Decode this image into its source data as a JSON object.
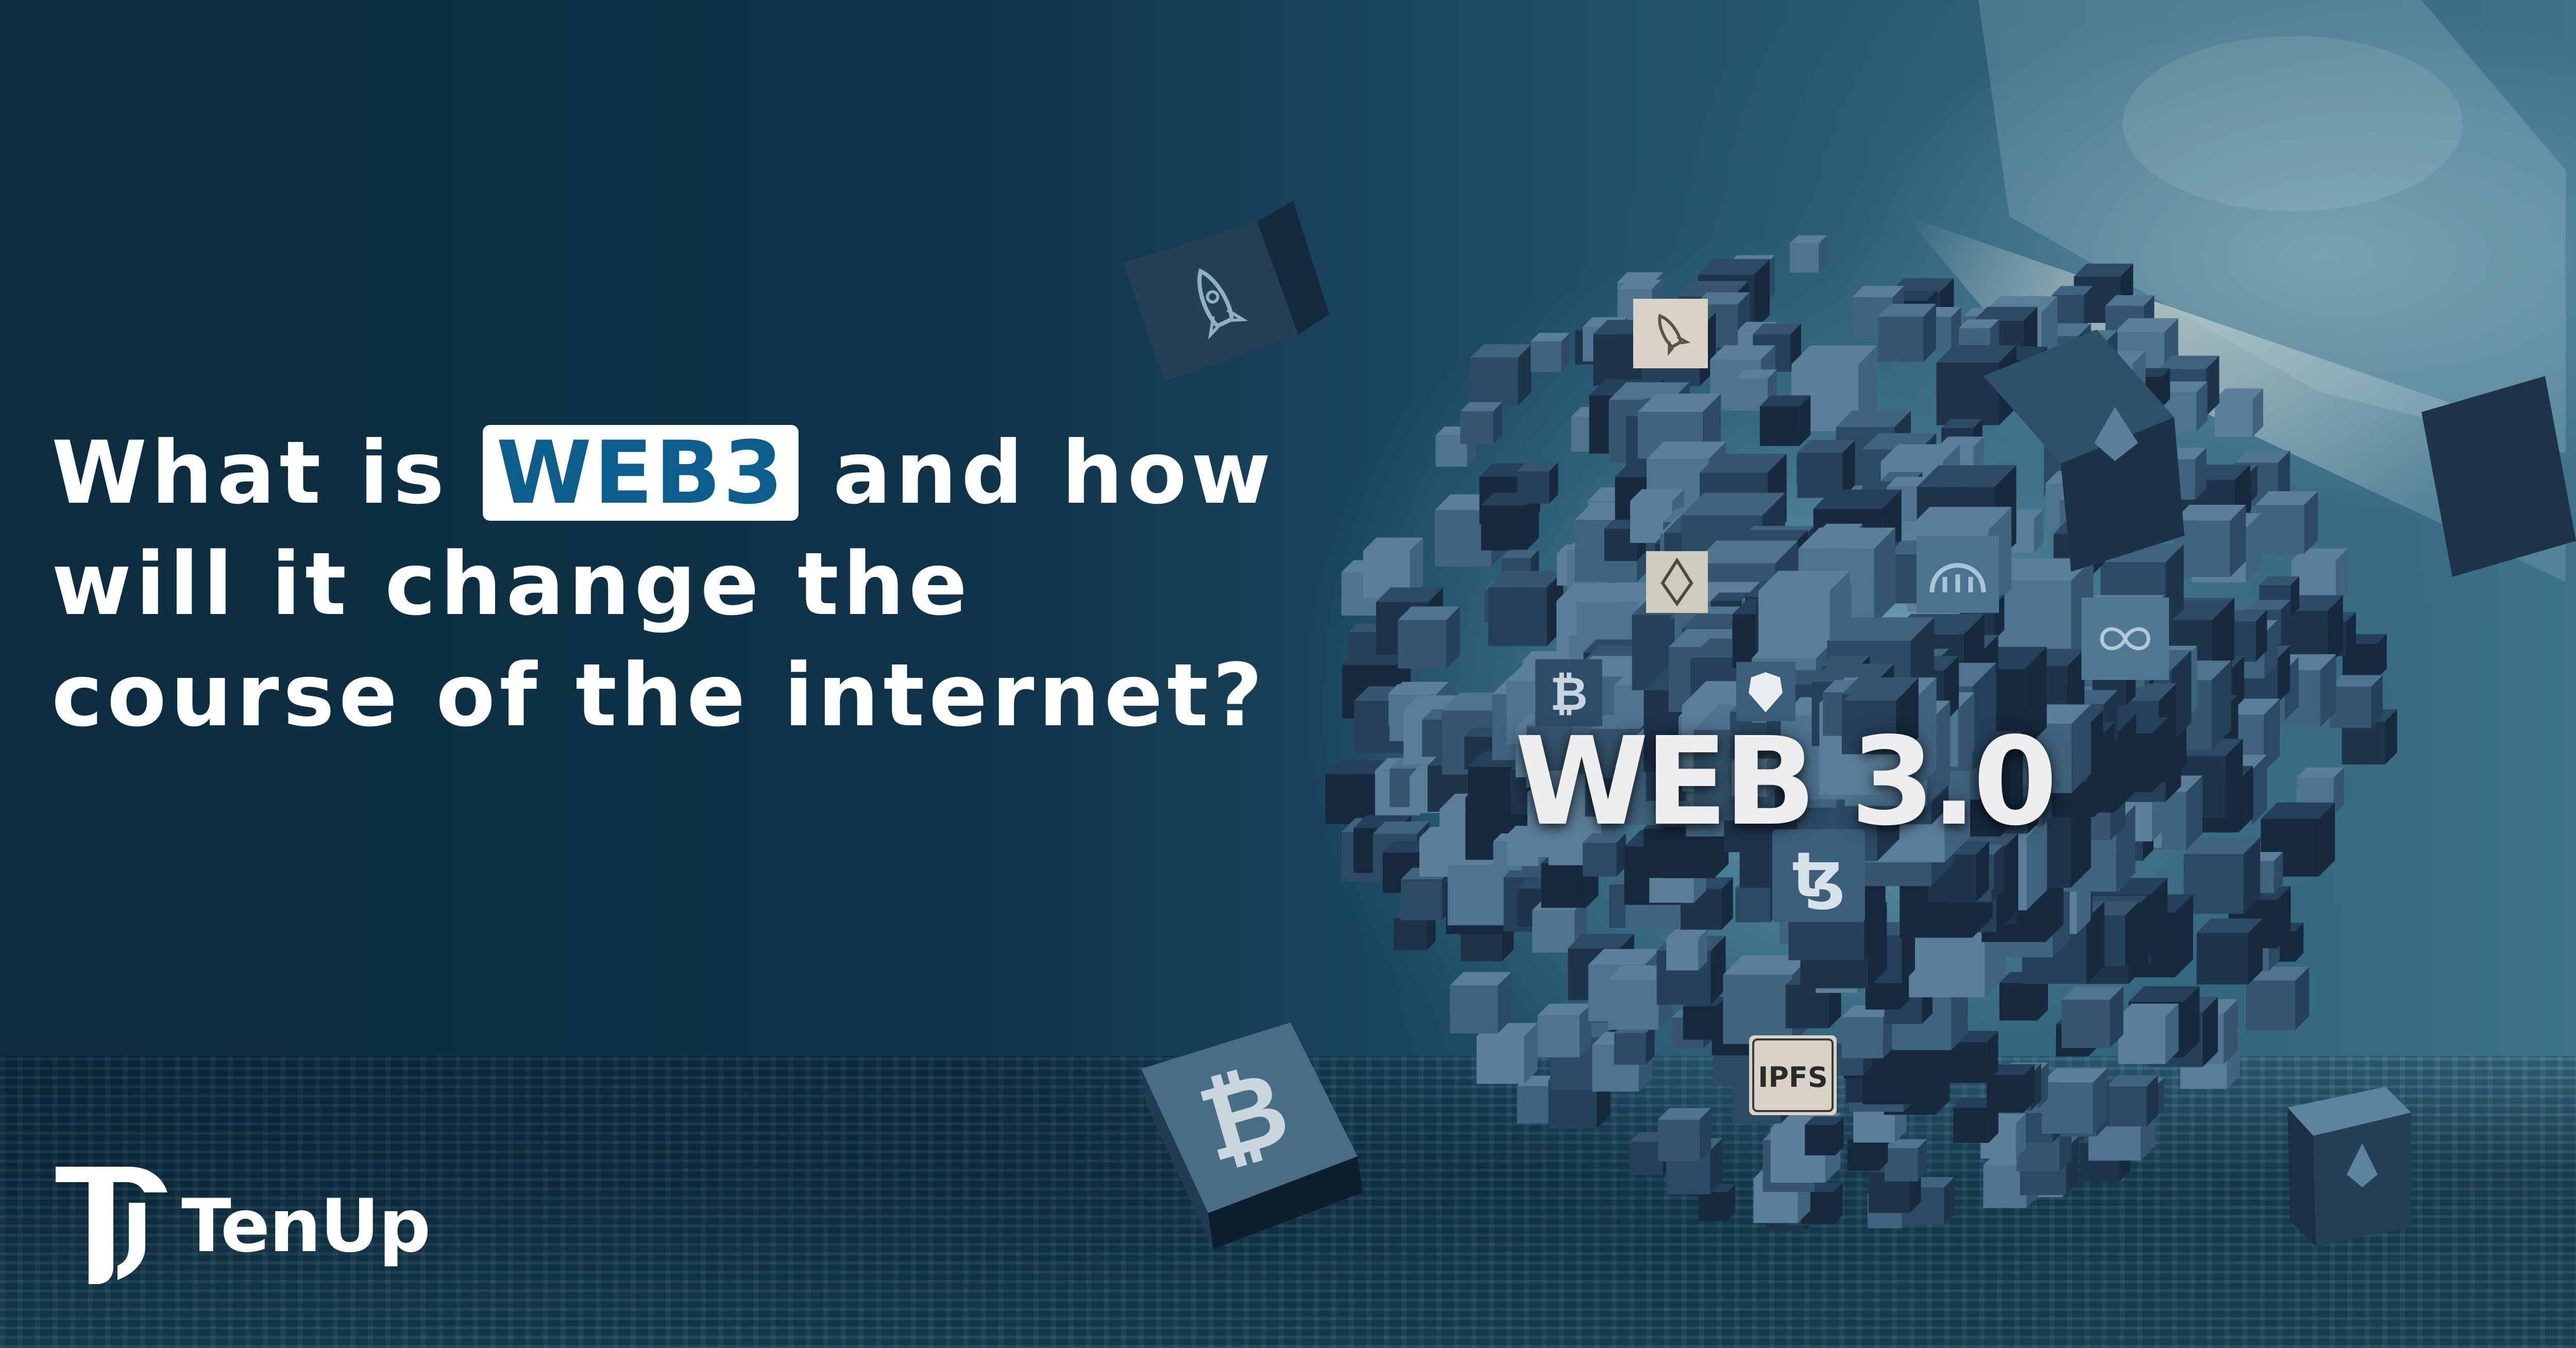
{
  "headline": {
    "before": "What is",
    "highlight": "WEB3",
    "after": "and how",
    "line2": "will it change the",
    "line3": "course of the internet?"
  },
  "brand": {
    "name": "TenUp"
  },
  "scene": {
    "center_label": "WEB 3.0",
    "tile_labels": {
      "ipfs": "IPFS",
      "bitcoin": "₿",
      "tezos": "ꜩ"
    },
    "tile_icons": [
      "rocket-icon",
      "eos-icon",
      "bitcoin-icon",
      "brave-lion-icon",
      "tezos-icon",
      "ipfs-icon",
      "ethereum-icon",
      "infinity-icon",
      "kraken-icon"
    ]
  },
  "colors": {
    "background": "#0d2f44",
    "highlight_pill": "#ffffff",
    "highlight_text": "#0d5d8d",
    "headline_text": "#ffffff",
    "cube_dark": "#16293d",
    "cube_mid": "#2c4a63",
    "cube_light": "#5b7f98",
    "tile_light": "#d8d3c6"
  }
}
